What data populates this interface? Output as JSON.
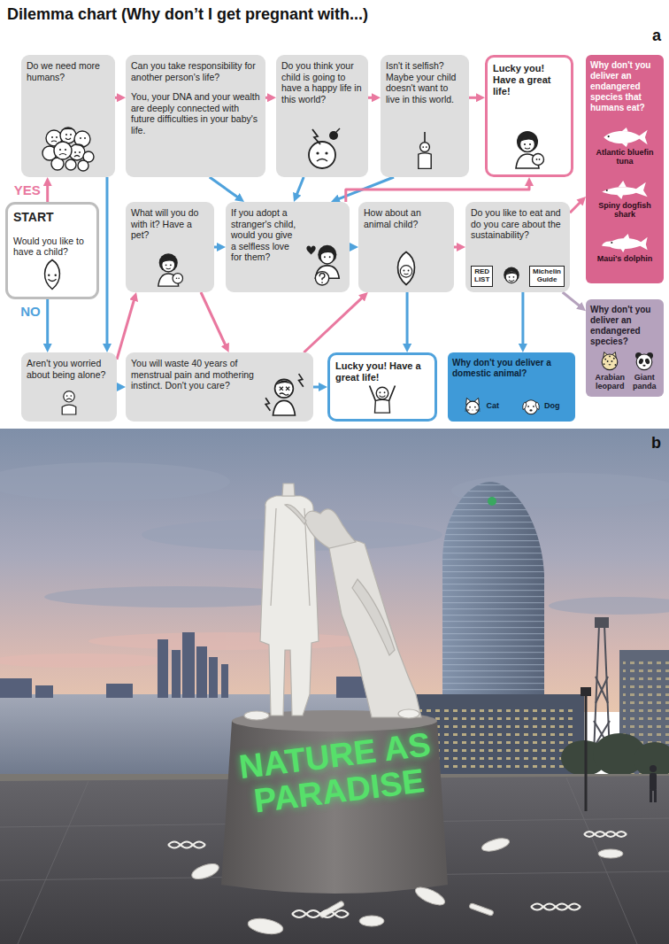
{
  "diagram": {
    "title": "Dilemma chart (Why don’t I get pregnant with...)",
    "nodes": [
      {
        "text": [
          "Do we need more humans?"
        ]
      },
      {
        "text": [
          "Can you take responsibility for another person's life?",
          "You, your DNA and your wealth are deeply connected with future difficulties in your baby's life."
        ]
      },
      {
        "text": [
          "Do you think your child is going to have a happy life in this world?"
        ]
      },
      {
        "text": [
          "Isn't it selfish? Maybe your child doesn't want to live in this world."
        ]
      },
      {
        "text": [
          "Lucky you! Have a great life!"
        ]
      },
      {
        "text": [
          "Why don't you deliver an endangered species that humans eat?",
          "Atlantic bluefin tuna",
          "Spiny dogfish shark",
          "Maui's dolphin"
        ]
      },
      {
        "text": [
          "START",
          "Would you like to have a child?"
        ]
      },
      {
        "text": [
          "What will you do with it? Have a pet?"
        ]
      },
      {
        "text": [
          "If you adopt a stranger's child, would you give a selfless love for them?"
        ]
      },
      {
        "text": [
          "How about an animal child?"
        ]
      },
      {
        "text": [
          "Do you like to eat and do you care about the sustainability?",
          "RED LIST",
          "Michelin Guide"
        ]
      },
      {
        "text": [
          "Why don't you deliver an endangered species?",
          "Arabian leopard",
          "Giant panda"
        ]
      },
      {
        "text": [
          "Aren't you worried about being alone?"
        ]
      },
      {
        "text": [
          "You will waste 40 years of menstrual pain and mothering instinct. Don't you care?"
        ]
      },
      {
        "text": [
          "Lucky you! Have a great life!"
        ]
      },
      {
        "text": [
          "Why don't you deliver a domestic animal?",
          "Cat",
          "Dog"
        ]
      }
    ],
    "edges": [
      {
        "from": 6,
        "to": 0,
        "arrow": "to",
        "label": "YES"
      },
      {
        "from": 6,
        "to": 12,
        "arrow": "to",
        "label": "NO"
      },
      {
        "from": 0,
        "to": 1,
        "arrow": "to"
      },
      {
        "from": 0,
        "to": 12,
        "arrow": "to"
      },
      {
        "from": 1,
        "to": 2,
        "arrow": "to"
      },
      {
        "from": 1,
        "to": 8,
        "arrow": "to"
      },
      {
        "from": 2,
        "to": 3,
        "arrow": "to"
      },
      {
        "from": 2,
        "to": 8,
        "arrow": "to"
      },
      {
        "from": 3,
        "to": 4,
        "arrow": "to"
      },
      {
        "from": 3,
        "to": 8,
        "arrow": "to"
      },
      {
        "from": 8,
        "to": 4,
        "arrow": "to"
      },
      {
        "from": 12,
        "to": 7,
        "arrow": "to"
      },
      {
        "from": 12,
        "to": 13,
        "arrow": "to"
      },
      {
        "from": 7,
        "to": 8,
        "arrow": "to"
      },
      {
        "from": 7,
        "to": 13,
        "arrow": "to"
      },
      {
        "from": 8,
        "to": 9,
        "arrow": "to"
      },
      {
        "from": 13,
        "to": 9,
        "arrow": "to"
      },
      {
        "from": 13,
        "to": 14,
        "arrow": "to"
      },
      {
        "from": 9,
        "to": 10,
        "arrow": "to"
      },
      {
        "from": 9,
        "to": 14,
        "arrow": "to"
      },
      {
        "from": 10,
        "to": 5,
        "arrow": "to"
      },
      {
        "from": 10,
        "to": 15,
        "arrow": "to"
      },
      {
        "from": 10,
        "to": 11,
        "arrow": "to"
      }
    ],
    "labels": [
      "a",
      "b",
      "NATURE AS PARADISE"
    ]
  }
}
